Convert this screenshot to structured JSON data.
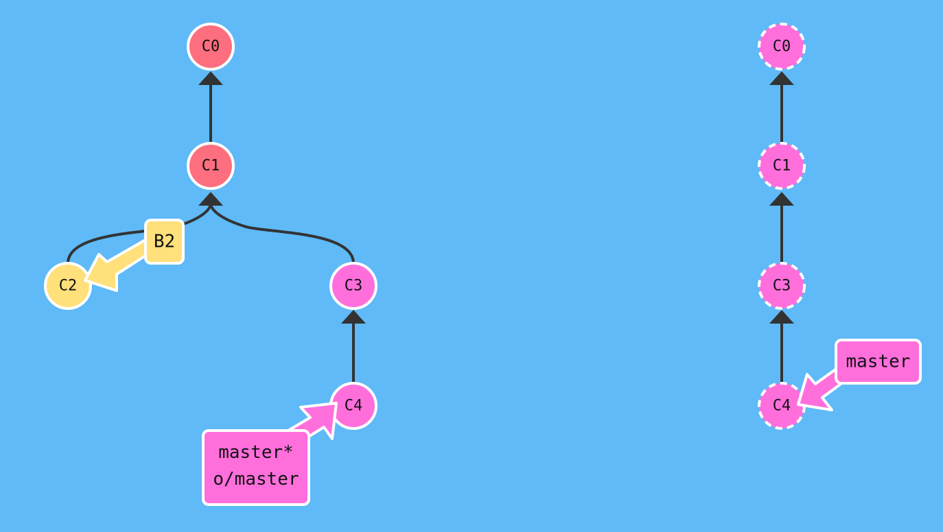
{
  "colors": {
    "background": "#5fbaf7",
    "commit_red": "#fd6e7f",
    "commit_pink": "#ff6fdc",
    "commit_yellow": "#ffe07a",
    "branch_yellow": "#ffe07a",
    "branch_pink": "#ff6fdc",
    "edge": "#333333"
  },
  "local_repo": {
    "commits": {
      "c0": {
        "label": "C0"
      },
      "c1": {
        "label": "C1"
      },
      "c2": {
        "label": "C2"
      },
      "c3": {
        "label": "C3"
      },
      "c4": {
        "label": "C4"
      }
    },
    "branches": {
      "b2": {
        "label": "B2"
      },
      "master": {
        "line1": "master*",
        "line2": "o/master"
      }
    }
  },
  "remote_repo": {
    "commits": {
      "c0": {
        "label": "C0"
      },
      "c1": {
        "label": "C1"
      },
      "c3": {
        "label": "C3"
      },
      "c4": {
        "label": "C4"
      }
    },
    "branches": {
      "master": {
        "label": "master"
      }
    }
  }
}
